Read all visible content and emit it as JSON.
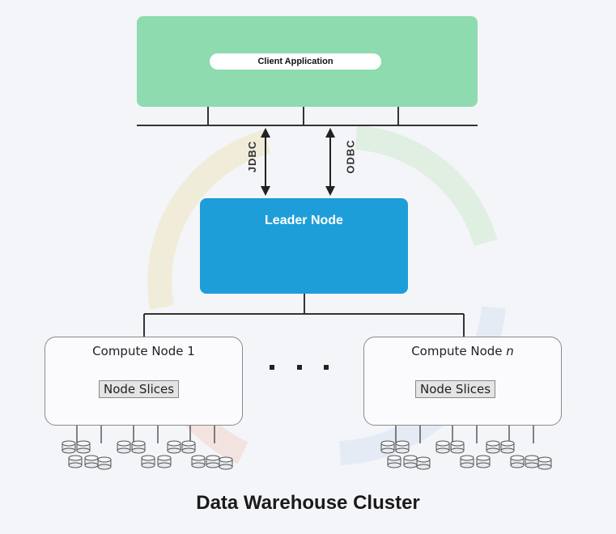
{
  "title": "Data Warehouse Cluster",
  "client": {
    "label": "Client Application"
  },
  "protocols": {
    "left": "JDBC",
    "right": "ODBC"
  },
  "leader": {
    "label": "Leader Node",
    "icon": "database-stack-icon"
  },
  "compute_nodes": [
    {
      "label_prefix": "Compute Node ",
      "label_suffix": "1",
      "slices_label": "Node Slices"
    },
    {
      "label_prefix": "Compute Node ",
      "label_suffix": "n",
      "slices_label": "Node Slices"
    }
  ],
  "ellipsis": ". . .",
  "colors": {
    "client_bg": "#8ddbae",
    "leader_bg": "#1d9ed9",
    "line": "#333333"
  }
}
